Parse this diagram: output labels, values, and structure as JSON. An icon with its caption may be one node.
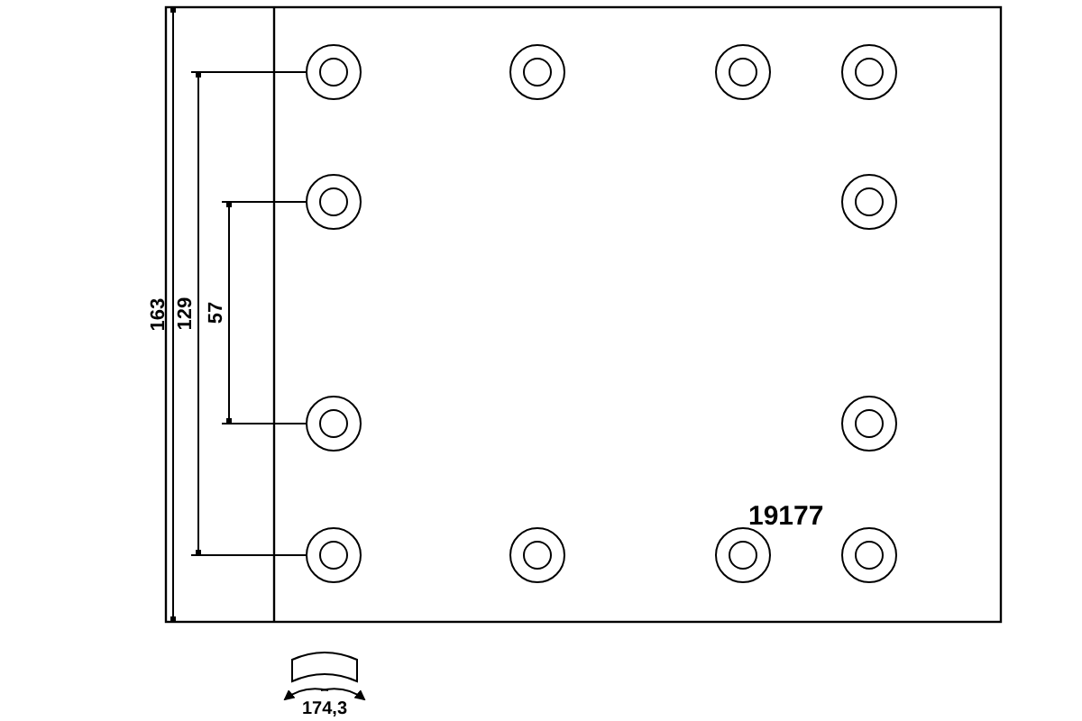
{
  "diagram": {
    "labels": [
      "163",
      "129",
      "57",
      "19177",
      "174,3"
    ]
  }
}
